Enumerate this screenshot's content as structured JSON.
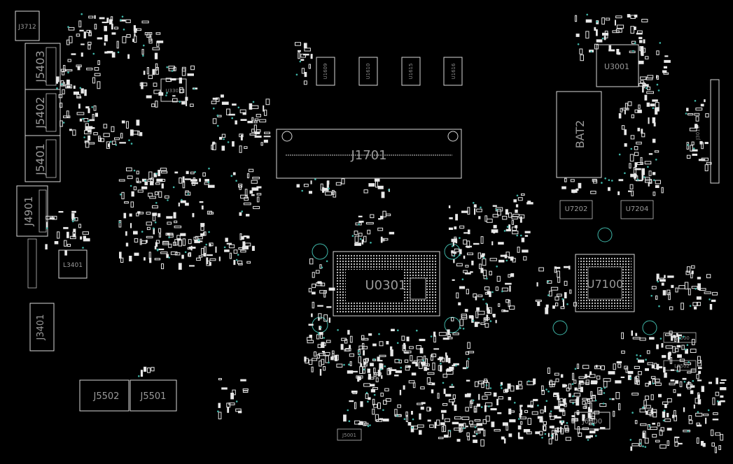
{
  "board": {
    "background": "#000000",
    "silkscreen_color": "#e6e6e6",
    "via_color": "#3fb6a8"
  },
  "labels": {
    "j3712": "J3712",
    "j5403": "J5403",
    "j5402": "J5402",
    "j5401": "J5401",
    "j4901": "J4901",
    "l3401": "L3401",
    "j3401": "J3401",
    "j5502": "J5502",
    "j5501": "J5501",
    "j1701": "J1701",
    "u1609": "U1609",
    "u1610": "U1610",
    "u1615": "U1615",
    "u1616": "U1616",
    "u3001": "U3001",
    "bat2": "BAT2",
    "u7202": "U7202",
    "u7204": "U7204",
    "u0301": "U0301",
    "u7100": "U7100",
    "u3302": "U3302",
    "j6000": "J6000",
    "l8500": "L8500",
    "l8502": "L8502",
    "j5001": "J5001",
    "j3011": "J3011"
  }
}
